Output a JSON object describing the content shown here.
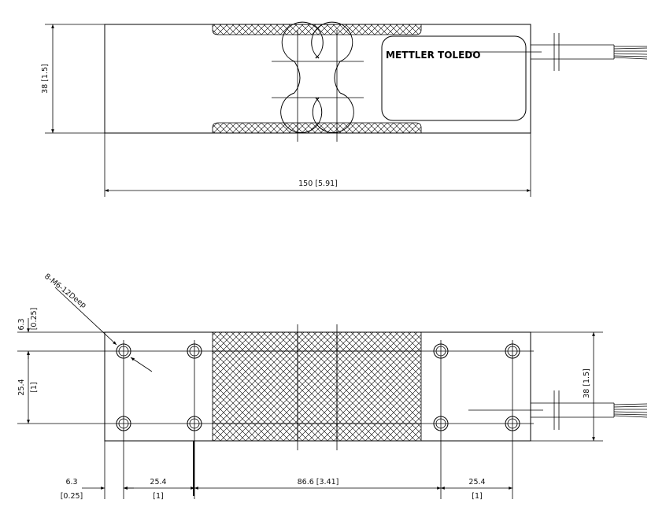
{
  "brand_label": "METTLER TOLEDO",
  "hole_callout": "8-M6-12Deep",
  "dims": {
    "height_top": "38 [1.5]",
    "length_total": "150 [5.91]",
    "edge_offset_top_a": "6.3",
    "edge_offset_top_b": "[0.25]",
    "hole_pitch_v_a": "25.4",
    "hole_pitch_v_b": "[1]",
    "height_bottom": "38 [1.5]",
    "edge_offset_left_a": "6.3",
    "edge_offset_left_b": "[0.25]",
    "hole_pitch_left_a": "25.4",
    "hole_pitch_left_b": "[1]",
    "center_span": "86.6 [3.41]",
    "hole_pitch_right_a": "25.4",
    "hole_pitch_right_b": "[1]"
  }
}
